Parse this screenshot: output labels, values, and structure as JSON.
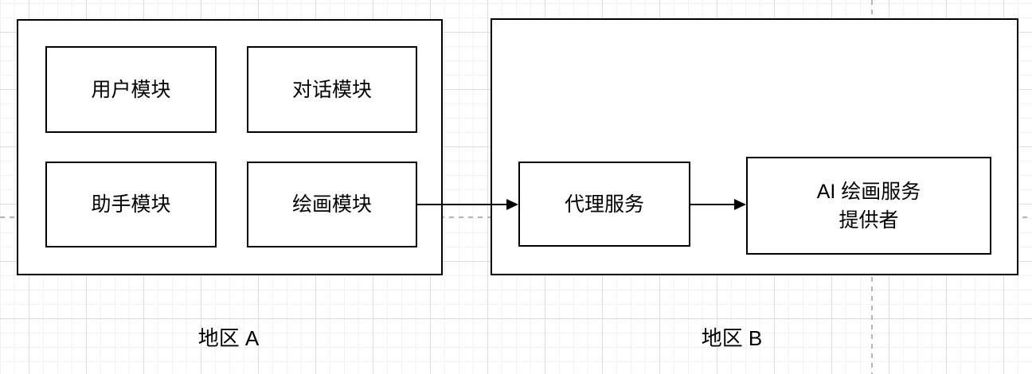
{
  "diagram": {
    "region_a": {
      "caption": "地区 A",
      "nodes": {
        "user_module": "用户模块",
        "dialog_module": "对话模块",
        "assistant_module": "助手模块",
        "drawing_module": "绘画模块"
      }
    },
    "region_b": {
      "caption": "地区 B",
      "nodes": {
        "proxy_service": "代理服务",
        "ai_provider": {
          "line1": "AI 绘画服务",
          "line2": "提供者"
        }
      }
    },
    "edges": [
      {
        "from": "绘画模块",
        "to": "代理服务"
      },
      {
        "from": "代理服务",
        "to": "AI 绘画服务 提供者"
      }
    ],
    "colors": {
      "shape_border": "#000000",
      "shape_fill": "#ffffff",
      "text": "#000000",
      "canvas_bg": "#ffffff",
      "grid_minor": "#f3f3f3",
      "grid_major": "#dcdcdc",
      "page_divider": "#b5b5b5"
    }
  }
}
